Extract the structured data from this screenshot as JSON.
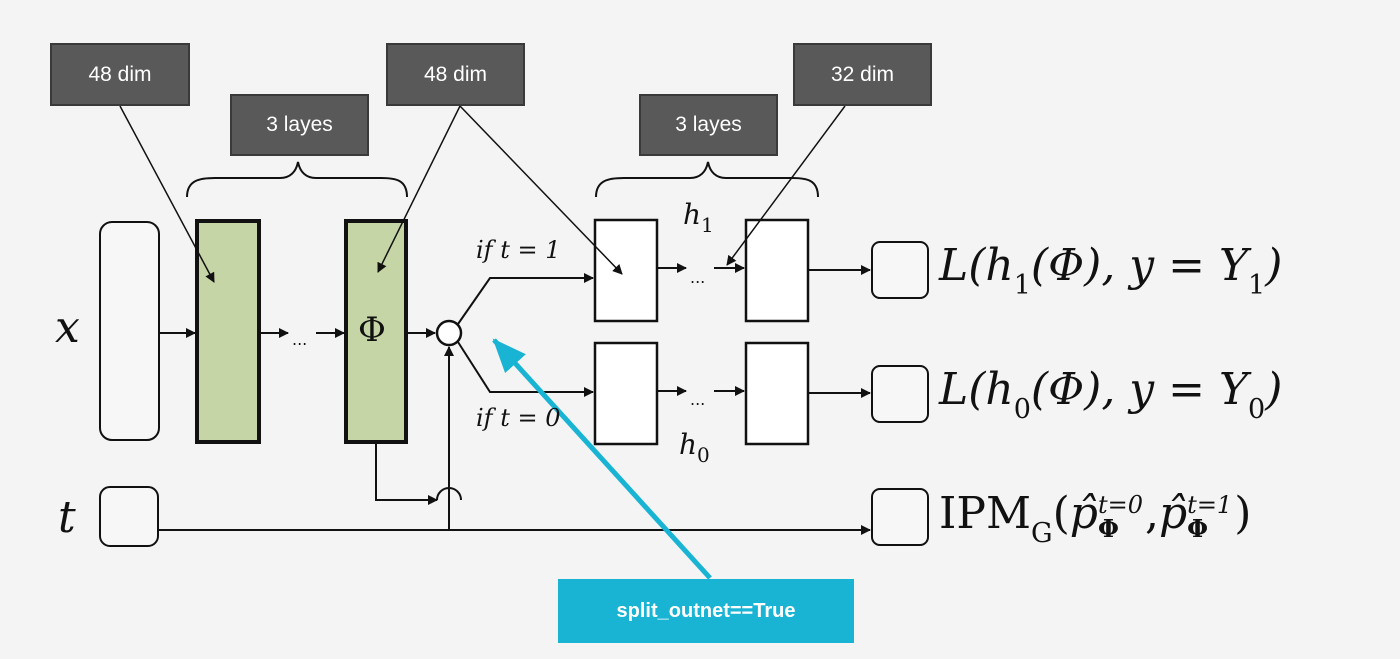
{
  "callouts": {
    "input_dim": "48 dim",
    "repr_layers": "3 layes",
    "repr_dim": "48 dim",
    "out_layers": "3 layes",
    "out_dim": "32 dim"
  },
  "note": {
    "label": "split_outnet==True"
  },
  "labels": {
    "x": "x",
    "t": "t",
    "phi": "Φ",
    "h1": "h",
    "h1_sub": "1",
    "h0": "h",
    "h0_sub": "0",
    "if_t1": "if t = 1",
    "if_t0": "if t = 0",
    "ellipsis": "..."
  },
  "losses": {
    "l1_prefix": "L(h",
    "l1_sub": "1",
    "l1_mid": "(Φ), y = Y",
    "l1_end": ")",
    "l0_prefix": "L(h",
    "l0_sub": "0",
    "l0_mid": "(Φ), y = Y",
    "l0_end": ")",
    "ipm_name": "IPM",
    "ipm_sub": "G",
    "ipm_open": "(",
    "p_hat": "p̂",
    "sup0": "t=0",
    "sub_phi": "Φ",
    "comma": ",",
    "sup1": "t=1",
    "ipm_close": ")"
  },
  "colors": {
    "layer_fill": "#c6d5a6",
    "callout_fill": "#595959",
    "note_fill": "#19b4d4",
    "arrow_cyan": "#19b4d4"
  }
}
